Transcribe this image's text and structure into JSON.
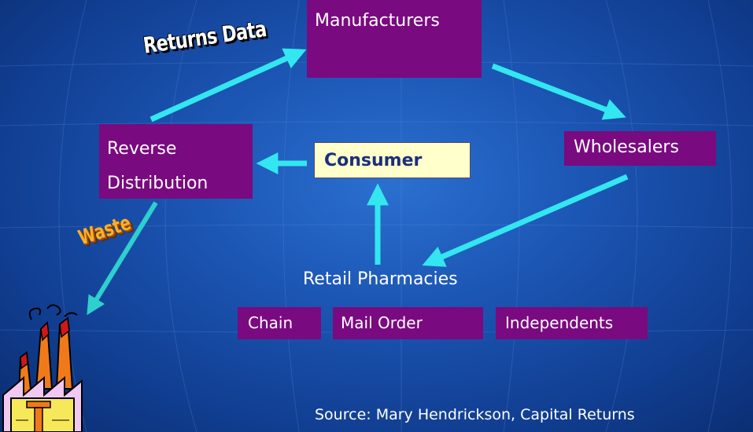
{
  "nodes": {
    "manufacturers": "Manufacturers",
    "reverse_distribution_line1": "Reverse",
    "reverse_distribution_line2": "Distribution",
    "wholesalers": "Wholesalers",
    "consumer": "Consumer",
    "retail_pharmacies": "Retail Pharmacies",
    "chain": "Chain",
    "mail_order": "Mail Order",
    "independents": "Independents"
  },
  "annotations": {
    "returns_data": "Returns Data",
    "waste": "Waste",
    "source": "Source: Mary Hendrickson, Capital Returns"
  },
  "colors": {
    "box_fill": "#7a0a7f",
    "consumer_fill": "#ffffcc",
    "arrow": "#33e6f0",
    "waste_arrow": "#2fcfcf"
  },
  "icons": {
    "factory": "factory-icon"
  }
}
